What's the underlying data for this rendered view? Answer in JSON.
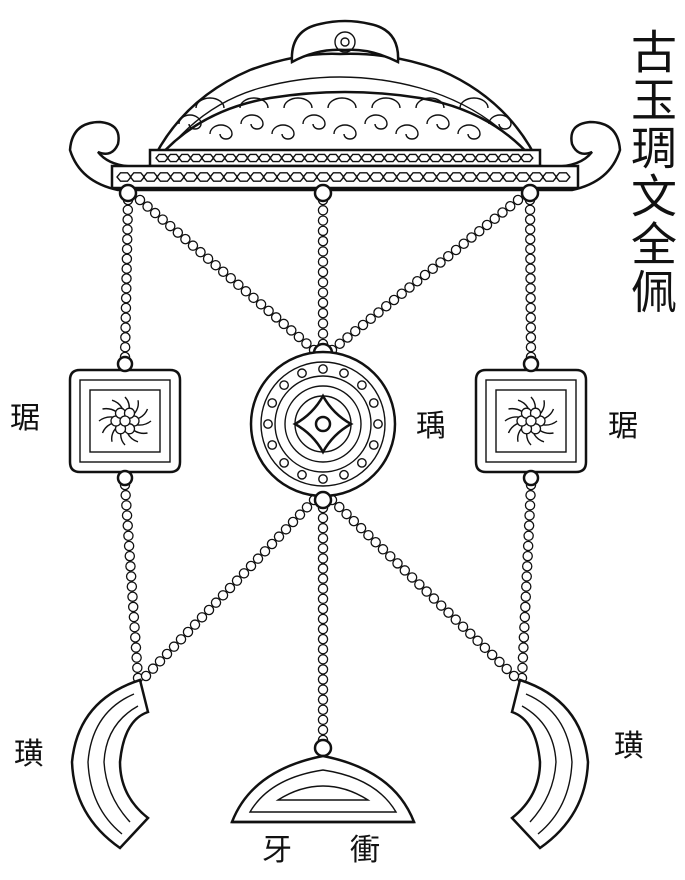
{
  "title": "古玉琱文全佩",
  "labels": {
    "ju_left": "琚",
    "yu": "瑀",
    "ju_right": "琚",
    "huang_left": "璜",
    "huang_right": "璜",
    "ya": "牙",
    "heng": "衝"
  }
}
